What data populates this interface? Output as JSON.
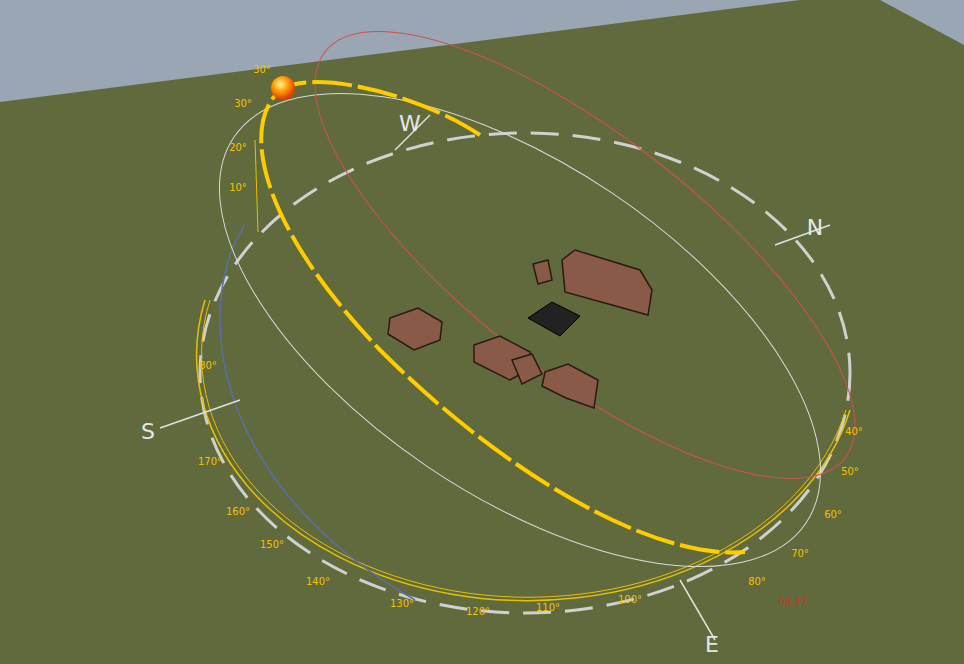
{
  "diagram": {
    "labels": [
      "30°",
      "30°",
      "20°",
      "10°",
      "W",
      "N",
      "S",
      "E",
      "80°",
      "170°",
      "160°",
      "150°",
      "140°",
      "130°",
      "120°",
      "110°",
      "100°",
      "80°",
      "70°",
      "60°",
      "50°",
      "40°",
      "08:17"
    ]
  }
}
